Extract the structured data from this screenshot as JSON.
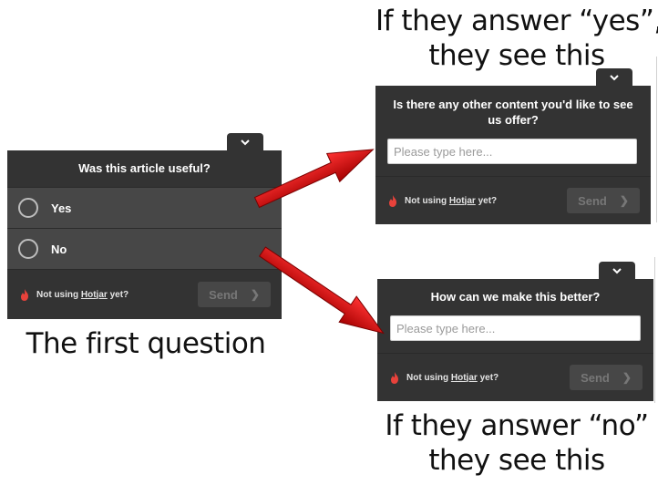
{
  "captions": {
    "yes_line1": "If they answer “yes”,",
    "yes_line2": "they see this",
    "first": "The first question",
    "no_line1": "If they answer “no”",
    "no_line2": "they see this"
  },
  "widget_first": {
    "question": "Was this article useful?",
    "options": [
      "Yes",
      "No"
    ],
    "promo_prefix": "Not using ",
    "promo_link": "Hotjar",
    "promo_suffix": " yet?",
    "send_label": "Send"
  },
  "widget_yes": {
    "question": "Is there any other content you'd like to see us offer?",
    "placeholder": "Please type here...",
    "promo_prefix": "Not using ",
    "promo_link": "Hotjar",
    "promo_suffix": " yet?",
    "send_label": "Send"
  },
  "widget_no": {
    "question": "How can we make this better?",
    "placeholder": "Please type here...",
    "promo_prefix": "Not using ",
    "promo_link": "Hotjar",
    "promo_suffix": " yet?",
    "send_label": "Send"
  },
  "icons": {
    "collapse": "chevron-down-icon",
    "hotjar": "flame-icon",
    "send": "chevron-right-icon",
    "arrows": "red-arrow-icon"
  },
  "colors": {
    "widget_bg": "#333333",
    "option_bg": "#474747",
    "arrow_red": "#cc1111",
    "flame": "#e8423b"
  }
}
